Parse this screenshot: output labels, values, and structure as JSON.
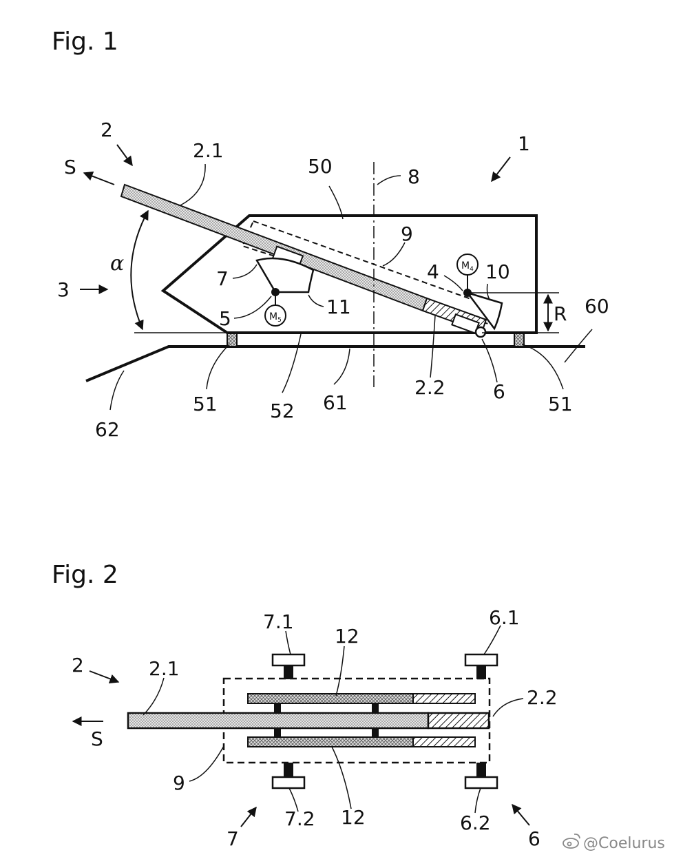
{
  "figures": [
    {
      "title": "Fig. 1"
    },
    {
      "title": "Fig. 2"
    }
  ],
  "fig1_labels": {
    "l1": "1",
    "l2": "2",
    "l21": "2.1",
    "lS": "S",
    "l50": "50",
    "l8": "8",
    "l9": "9",
    "lalpha": "α",
    "l3": "3",
    "l7": "7",
    "l4": "4",
    "l10": "10",
    "lM4": "M",
    "lM4sub": "4",
    "l11": "11",
    "l5": "5",
    "lM5": "M",
    "lM5sub": "5",
    "lR": "R",
    "l60": "60",
    "l22": "2.2",
    "l6": "6",
    "l51a": "51",
    "l52": "52",
    "l61": "61",
    "l51b": "51",
    "l62": "62"
  },
  "fig2_labels": {
    "l71": "7.1",
    "l12a": "12",
    "l61": "6.1",
    "l2": "2",
    "l21": "2.1",
    "l22": "2.2",
    "lS": "S",
    "l9": "9",
    "l72": "7.2",
    "l12b": "12",
    "l62": "6.2",
    "l7": "7",
    "l6": "6"
  },
  "watermark": "@Coelurus",
  "watermark_icon": "weibo-icon"
}
